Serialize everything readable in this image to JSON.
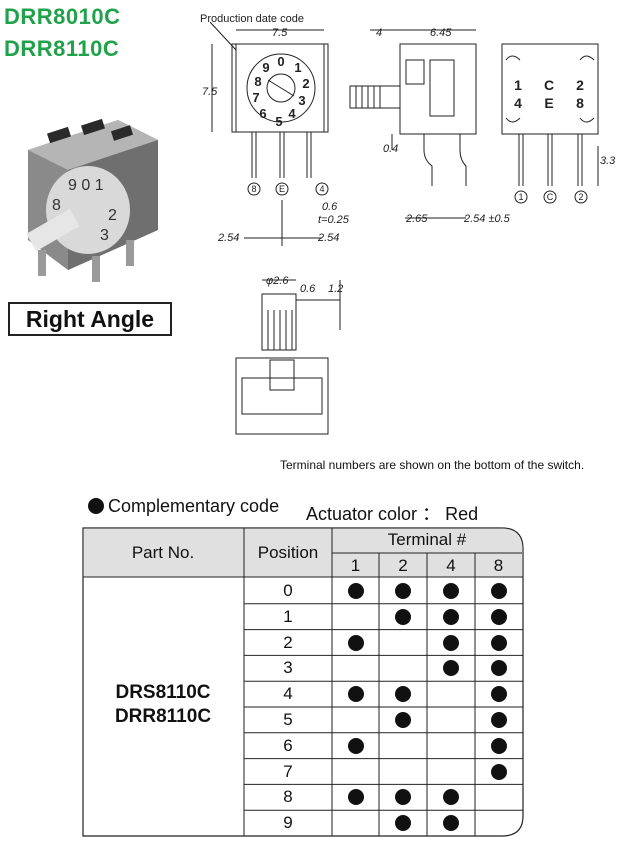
{
  "models": [
    "DRR8010C",
    "DRR8110C"
  ],
  "right_angle_label": "Right Angle",
  "drawing": {
    "production_date_code": "Production date code",
    "dim_7_5_top": "7.5",
    "dim_7_5_side": "7.5",
    "dim_4": "4",
    "dim_6_45": "6.45",
    "dim_0_4": "0.4",
    "dim_3_3": "3.3",
    "dim_0_6_t": "0.6",
    "dim_t_025": "t=0.25",
    "dim_2_54_left": "2.54",
    "dim_2_54_right": "2.54",
    "dim_2_65": "2.65",
    "dim_2_54_pm": "2.54 ±0.5",
    "dim_phi_2_6": "φ2.6",
    "dim_0_6": "0.6",
    "dim_1_2": "1.2",
    "pin_labels_front": [
      "8",
      "E",
      "4"
    ],
    "pin_labels_bottom": [
      "1",
      "C",
      "2"
    ],
    "bottom_grid": [
      "1",
      "C",
      "2",
      "4",
      "E",
      "8"
    ],
    "dial_digits": [
      "0",
      "1",
      "2",
      "3",
      "4",
      "5",
      "6",
      "7",
      "8",
      "9"
    ]
  },
  "terminal_note": "Terminal numbers are shown on the bottom of the switch.",
  "legend_text": "Complementary code",
  "actuator_label": "Actuator color",
  "actuator_sep": "：",
  "actuator_value": "Red",
  "table": {
    "header_part": "Part No.",
    "header_position": "Position",
    "header_terminal": "Terminal #",
    "terminals": [
      "1",
      "2",
      "4",
      "8"
    ],
    "part_numbers": [
      "DRS8110C",
      "DRR8110C"
    ],
    "rows": [
      {
        "position": "0",
        "dots": [
          true,
          true,
          true,
          true
        ]
      },
      {
        "position": "1",
        "dots": [
          false,
          true,
          true,
          true
        ]
      },
      {
        "position": "2",
        "dots": [
          true,
          false,
          true,
          true
        ]
      },
      {
        "position": "3",
        "dots": [
          false,
          false,
          true,
          true
        ]
      },
      {
        "position": "4",
        "dots": [
          true,
          true,
          false,
          true
        ]
      },
      {
        "position": "5",
        "dots": [
          false,
          true,
          false,
          true
        ]
      },
      {
        "position": "6",
        "dots": [
          true,
          false,
          false,
          true
        ]
      },
      {
        "position": "7",
        "dots": [
          false,
          false,
          false,
          true
        ]
      },
      {
        "position": "8",
        "dots": [
          true,
          true,
          true,
          false
        ]
      },
      {
        "position": "9",
        "dots": [
          false,
          true,
          true,
          false
        ]
      }
    ]
  }
}
